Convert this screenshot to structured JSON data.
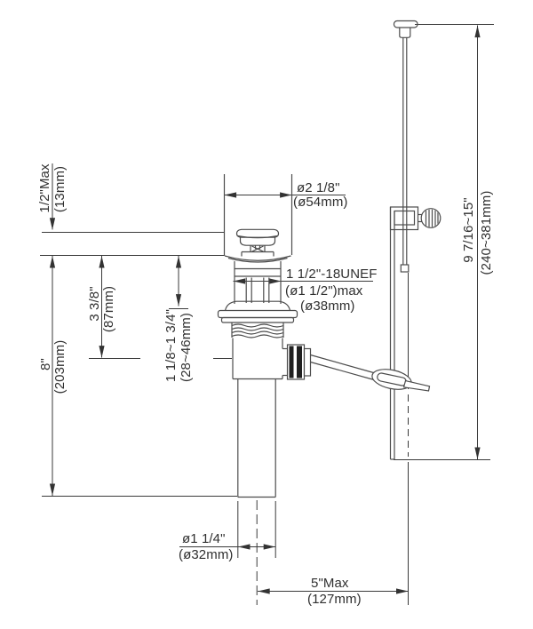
{
  "diagram": {
    "dimensions": {
      "deck_thickness": {
        "imperial": "1/2\"Max",
        "metric": "(13mm)"
      },
      "overall_height": {
        "imperial": "8\"",
        "metric": "(203mm)"
      },
      "flange_to_pivot": {
        "imperial": "3 3/8\"",
        "metric": "(87mm)"
      },
      "mounting_range": {
        "imperial": "1 1/8~1 3/4\"",
        "metric": "(28~46mm)"
      },
      "flange_diameter": {
        "imperial": "ø2 1/8\"",
        "metric": "(ø54mm)"
      },
      "thread": {
        "spec": "1 1/2\"-18UNEF",
        "max_diameter": "(ø1 1/2\")max",
        "metric": "(ø38mm)"
      },
      "tailpiece_diameter": {
        "imperial": "ø1 1/4\"",
        "metric": "(ø32mm)"
      },
      "horizontal_reach": {
        "imperial": "5\"Max",
        "metric": "(127mm)"
      },
      "lift_rod_height": {
        "imperial": "9 7/16~15\"",
        "metric": "(240~381mm)"
      }
    }
  }
}
